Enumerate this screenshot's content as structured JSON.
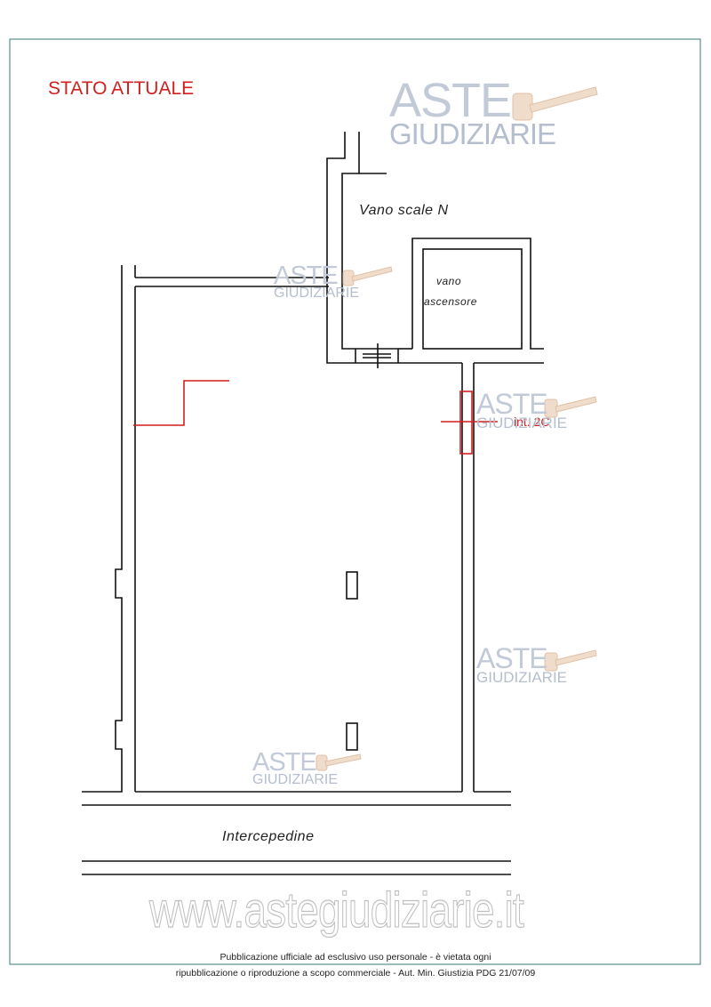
{
  "title": "STATO ATTUALE",
  "rooms": {
    "scale": "Vano scale N",
    "vano": "vano",
    "ascensore": "ascensore",
    "intercapedine": "Intercepedine"
  },
  "unit_label": "int. 2C",
  "watermark": {
    "aste": "ASTE",
    "giudiziarie": "GIUDIZIARIE",
    "url": "www.astegiudiziarie.it"
  },
  "footer": {
    "line1": "Pubblicazione ufficiale ad esclusivo uso personale - è vietata ogni",
    "line2": "ripubblicazione o riproduzione a scopo commerciale - Aut. Min. Giustizia PDG 21/07/09"
  },
  "colors": {
    "accent_red": "#d21f1f",
    "frame": "#3a7a7a",
    "wall": "#111111",
    "watermark_blue": "#c2cad8"
  }
}
